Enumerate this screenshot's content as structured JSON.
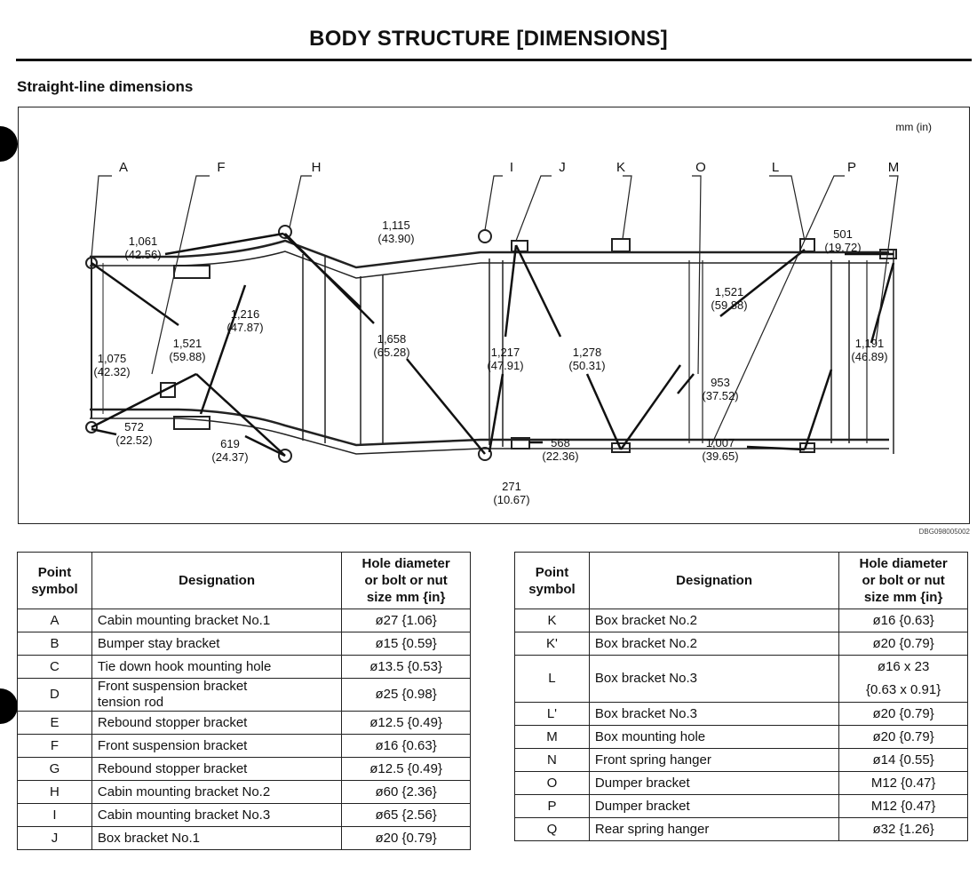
{
  "page": {
    "title": "BODY STRUCTURE [DIMENSIONS]",
    "subtitle": "Straight-line dimensions"
  },
  "figure": {
    "units": "mm (in)",
    "code": "DBG098005002",
    "point_labels": [
      "A",
      "F",
      "H",
      "I",
      "J",
      "K",
      "O",
      "L",
      "P",
      "M"
    ],
    "dimensions": [
      {
        "mm": "1,061",
        "in": "(42.56)"
      },
      {
        "mm": "1,115",
        "in": "(43.90)"
      },
      {
        "mm": "501",
        "in": "(19.72)"
      },
      {
        "mm": "1,216",
        "in": "(47.87)"
      },
      {
        "mm": "1,658",
        "in": "(65.28)"
      },
      {
        "mm": "1,521",
        "in": "(59.88)"
      },
      {
        "mm": "1,075",
        "in": "(42.32)"
      },
      {
        "mm": "1,217",
        "in": "(47.91)"
      },
      {
        "mm": "1,278",
        "in": "(50.31)"
      },
      {
        "mm": "1,521",
        "in": "(59.88)"
      },
      {
        "mm": "1,191",
        "in": "(46.89)"
      },
      {
        "mm": "953",
        "in": "(37.52)"
      },
      {
        "mm": "572",
        "in": "(22.52)"
      },
      {
        "mm": "619",
        "in": "(24.37)"
      },
      {
        "mm": "568",
        "in": "(22.36)"
      },
      {
        "mm": "1,007",
        "in": "(39.65)"
      },
      {
        "mm": "271",
        "in": "(10.67)"
      }
    ]
  },
  "tables": {
    "headers": {
      "symbol": [
        "Point",
        "symbol"
      ],
      "designation": "Designation",
      "size": [
        "Hole diameter",
        "or bolt or nut",
        "size mm {in}"
      ]
    },
    "left": [
      {
        "symbol": "A",
        "designation": [
          "Cabin mounting bracket No.1"
        ],
        "size": [
          "ø27 {1.06}"
        ]
      },
      {
        "symbol": "B",
        "designation": [
          "Bumper stay bracket"
        ],
        "size": [
          "ø15 {0.59}"
        ]
      },
      {
        "symbol": "C",
        "designation": [
          "Tie down hook mounting hole"
        ],
        "size": [
          "ø13.5 {0.53}"
        ]
      },
      {
        "symbol": "D",
        "designation": [
          "Front suspension bracket",
          "tension rod"
        ],
        "size": [
          "ø25 {0.98}"
        ]
      },
      {
        "symbol": "E",
        "designation": [
          "Rebound stopper bracket"
        ],
        "size": [
          "ø12.5 {0.49}"
        ]
      },
      {
        "symbol": "F",
        "designation": [
          "Front suspension bracket"
        ],
        "size": [
          "ø16 {0.63}"
        ]
      },
      {
        "symbol": "G",
        "designation": [
          "Rebound stopper bracket"
        ],
        "size": [
          "ø12.5 {0.49}"
        ]
      },
      {
        "symbol": "H",
        "designation": [
          "Cabin mounting bracket No.2"
        ],
        "size": [
          "ø60 {2.36}"
        ]
      },
      {
        "symbol": "I",
        "designation": [
          "Cabin mounting bracket No.3"
        ],
        "size": [
          "ø65 {2.56}"
        ]
      },
      {
        "symbol": "J",
        "designation": [
          "Box bracket No.1"
        ],
        "size": [
          "ø20 {0.79}"
        ]
      }
    ],
    "right": [
      {
        "symbol": "K",
        "designation": [
          "Box bracket No.2"
        ],
        "size": [
          "ø16 {0.63}"
        ]
      },
      {
        "symbol": "K'",
        "designation": [
          "Box bracket No.2"
        ],
        "size": [
          "ø20 {0.79}"
        ]
      },
      {
        "symbol": "L",
        "designation": [
          "Box bracket No.3"
        ],
        "size": [
          "ø16 x 23",
          "{0.63 x 0.91}"
        ]
      },
      {
        "symbol": "L'",
        "designation": [
          "Box bracket No.3"
        ],
        "size": [
          "ø20 {0.79}"
        ]
      },
      {
        "symbol": "M",
        "designation": [
          "Box mounting hole"
        ],
        "size": [
          "ø20 {0.79}"
        ]
      },
      {
        "symbol": "N",
        "designation": [
          "Front spring hanger"
        ],
        "size": [
          "ø14 {0.55}"
        ]
      },
      {
        "symbol": "O",
        "designation": [
          "Dumper bracket"
        ],
        "size": [
          "M12 {0.47}"
        ]
      },
      {
        "symbol": "P",
        "designation": [
          "Dumper bracket"
        ],
        "size": [
          "M12 {0.47}"
        ]
      },
      {
        "symbol": "Q",
        "designation": [
          "Rear spring hanger"
        ],
        "size": [
          "ø32 {1.26}"
        ]
      }
    ]
  }
}
